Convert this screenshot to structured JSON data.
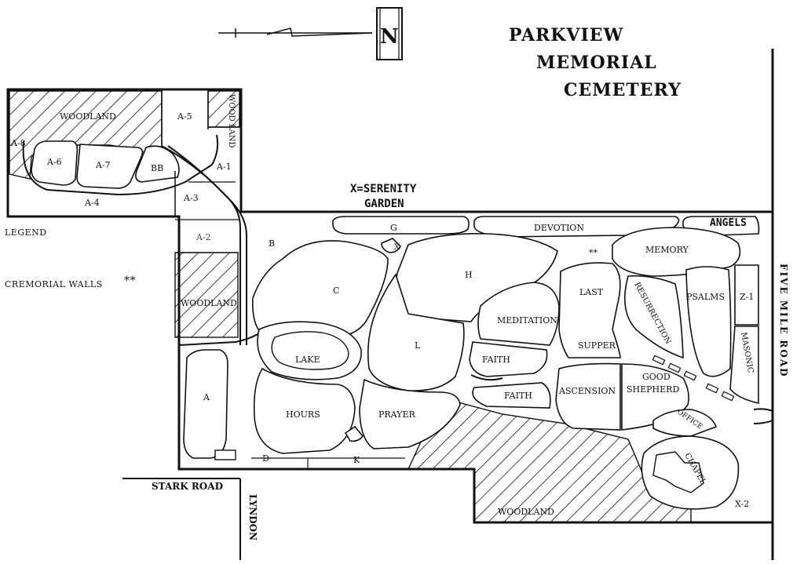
{
  "title": {
    "line1": "PARKVIEW",
    "line2": "MEMORIAL",
    "line3": "CEMETERY"
  },
  "north_label": "N",
  "legend": {
    "heading": "LEGEND",
    "item_label": "CREMORIAL WALLS",
    "item_symbol": "**"
  },
  "serenity": {
    "line1": "X=SERENITY",
    "line2": "GARDEN"
  },
  "roads": {
    "east": "FIVE MILE ROAD",
    "south": "STARK ROAD",
    "west": "LYNDON"
  },
  "sections": {
    "woodland_nw": "WOODLAND",
    "a5": "A-5",
    "wood_land": "WOOD LAND",
    "a8": "A-8",
    "a6": "A-6",
    "a7": "A-7",
    "bb": "BB",
    "a1": "A-1",
    "a3": "A-3",
    "a4": "A-4",
    "a2": "A-2",
    "b": "B",
    "woodland_w": "WOODLAND",
    "a": "A",
    "g": "G",
    "x": "X",
    "devotion": "DEVOTION",
    "angels": "ANGELS",
    "memory": "MEMORY",
    "walls_marker": "**",
    "h": "H",
    "c": "C",
    "last": "LAST",
    "resurrection": "RESURRECTION",
    "psalms": "PSALMS",
    "z1": "Z-1",
    "meditation": "MEDITATION",
    "supper": "SUPPER",
    "masonic": "MASONIC",
    "lake": "LAKE",
    "l": "L",
    "faith_upper": "FAITH",
    "faith_lower": "FAITH",
    "ascension": "ASCENSION",
    "good": "GOOD",
    "shepherd": "SHEPHERD",
    "hours": "HOURS",
    "prayer": "PRAYER",
    "office": "OFFICE",
    "chapel": "CHAPEL",
    "d": "D",
    "k": "K",
    "woodland_s": "WOODLAND",
    "x2": "X-2"
  }
}
